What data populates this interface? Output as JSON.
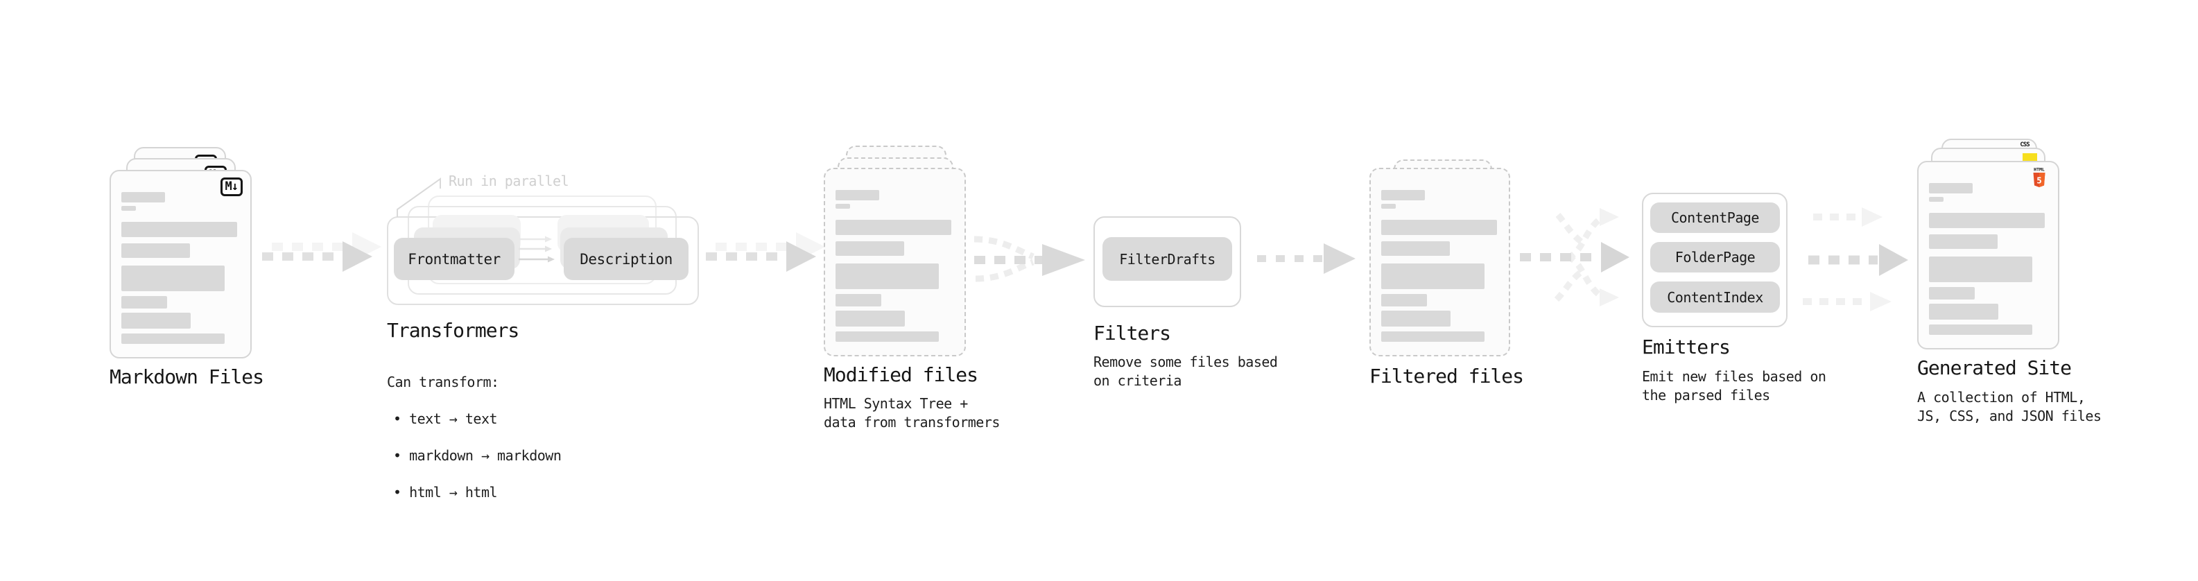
{
  "pipeline": {
    "markdown_files": {
      "label": "Markdown Files",
      "badge": "M↓"
    },
    "transformers": {
      "label": "Transformers",
      "annotation": "Run in parallel",
      "pill_left": "Frontmatter",
      "pill_right": "Description",
      "desc_heading": "Can transform:",
      "bullets": [
        "• text → text",
        "• markdown → markdown",
        "• html → html"
      ]
    },
    "modified_files": {
      "label": "Modified files",
      "desc": "HTML Syntax Tree +\ndata from transformers"
    },
    "filters": {
      "label": "Filters",
      "pill": "FilterDrafts",
      "desc": "Remove some files based\non criteria"
    },
    "filtered_files": {
      "label": "Filtered files"
    },
    "emitters": {
      "label": "Emitters",
      "pills": [
        "ContentPage",
        "FolderPage",
        "ContentIndex"
      ],
      "desc": "Emit new files based on\nthe parsed files"
    },
    "generated_site": {
      "label": "Generated Site",
      "desc": "A collection of HTML,\nJS, CSS, and JSON files",
      "badge_css": "CSS",
      "badge_html": "HTML",
      "badge_html5_digit": "5"
    },
    "colors": {
      "html5_orange": "#e44d26",
      "html5_orange_light": "#f16529",
      "css_blue": "#2f68f0",
      "js_yellow": "#f7df1e",
      "card_border": "#d5d5d5",
      "bar_fill": "#d9d9d9",
      "arrow_gray": "#dcdcdc",
      "text_dark": "#161616",
      "text_faint": "#cfcfcf"
    }
  }
}
